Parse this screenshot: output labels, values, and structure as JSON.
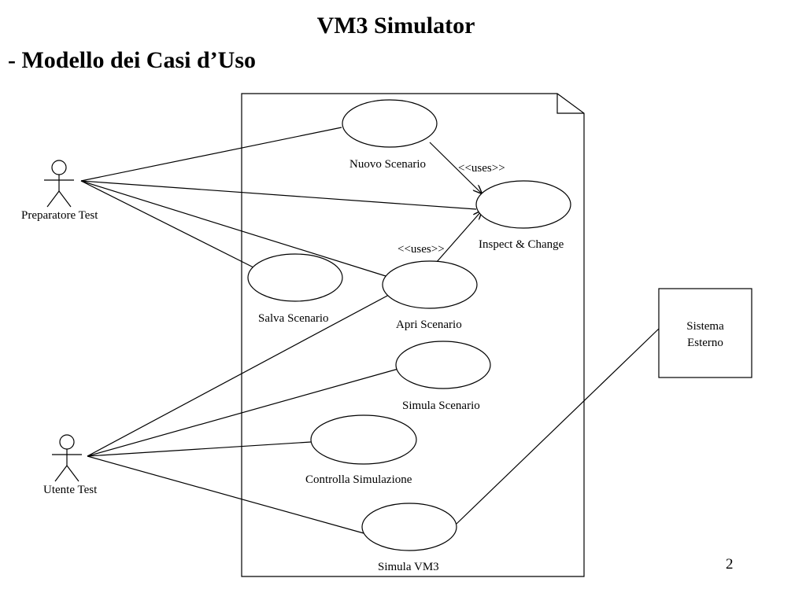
{
  "slide": {
    "title": "VM3 Simulator",
    "subtitle": "- Modello dei Casi d’Uso",
    "page_number": "2"
  },
  "actors": {
    "preparatore": "Preparatore Test",
    "utente": "Utente Test"
  },
  "external_system": {
    "line1": "Sistema",
    "line2": "Esterno"
  },
  "use_cases": {
    "nuovo_scenario": "Nuovo Scenario",
    "inspect_change": "Inspect & Change",
    "salva_scenario": "Salva Scenario",
    "apri_scenario": "Apri Scenario",
    "simula_scenario": "Simula Scenario",
    "controlla_simulazione": "Controlla Simulazione",
    "simula_vm3": "Simula VM3"
  },
  "relations": {
    "uses_1": "<<uses>>",
    "uses_2": "<<uses>>"
  }
}
